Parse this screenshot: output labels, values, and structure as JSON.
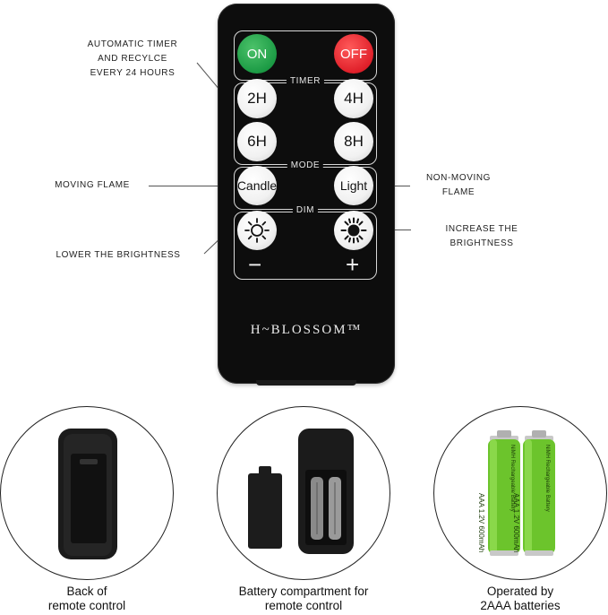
{
  "callouts": {
    "timer": [
      "AUTOMATIC TIMER",
      "AND RECYLCE",
      "EVERY 24 HOURS"
    ],
    "moving_flame": "MOVING FLAME",
    "non_moving": [
      "NON-MOVING",
      "FLAME"
    ],
    "lower": "LOWER THE BRIGHTNESS",
    "increase": "INCREASE THE BRIGHTNESS"
  },
  "remote": {
    "on": "ON",
    "off": "OFF",
    "timer_title": "TIMER",
    "t2": "2H",
    "t4": "4H",
    "t6": "6H",
    "t8": "8H",
    "mode_title": "MODE",
    "candle": "Candle",
    "light": "Light",
    "dim_title": "DIM",
    "minus": "−",
    "plus": "+",
    "brand": "H~BLOSSOM™"
  },
  "battery_label": "AAA 1.2V 600mAh",
  "battery_brand": "NiMH Rechargeable Battery",
  "captions": {
    "back": [
      "Back of",
      "remote control"
    ],
    "compartment": [
      "Battery compartment for",
      "remote control"
    ],
    "batteries": [
      "Operated by",
      "2AAA batteries"
    ]
  }
}
